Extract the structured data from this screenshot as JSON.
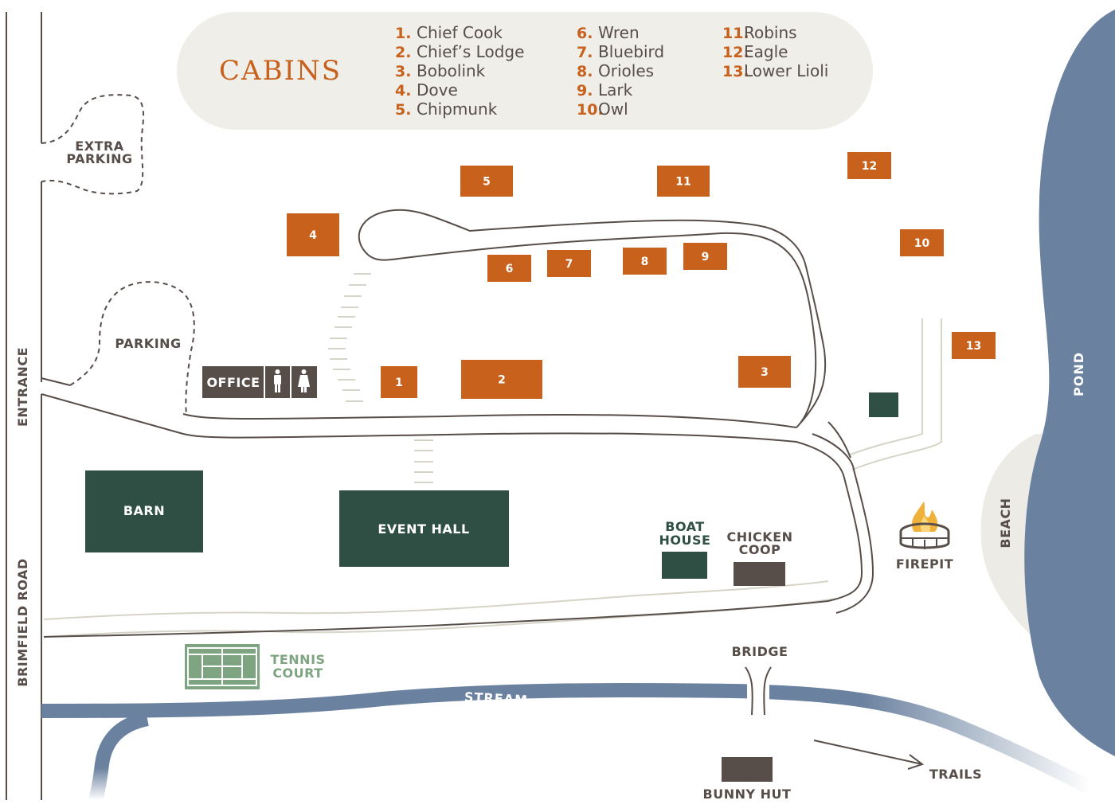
{
  "legend": {
    "title": "CABINS",
    "items": [
      {
        "num": "1.",
        "name": "Chief Cook"
      },
      {
        "num": "2.",
        "name": "Chief’s Lodge"
      },
      {
        "num": "3.",
        "name": "Bobolink"
      },
      {
        "num": "4.",
        "name": "Dove"
      },
      {
        "num": "5.",
        "name": "Chipmunk"
      },
      {
        "num": "6.",
        "name": "Wren"
      },
      {
        "num": "7.",
        "name": "Bluebird"
      },
      {
        "num": "8.",
        "name": "Orioles"
      },
      {
        "num": "9.",
        "name": "Lark"
      },
      {
        "num": "10.",
        "name": "Owl"
      },
      {
        "num": "11.",
        "name": "Robins"
      },
      {
        "num": "12.",
        "name": "Eagle"
      },
      {
        "num": "13.",
        "name": "Lower Lioli"
      }
    ]
  },
  "cabins": [
    "1",
    "2",
    "3",
    "4",
    "5",
    "6",
    "7",
    "8",
    "9",
    "10",
    "11",
    "12",
    "13"
  ],
  "labels": {
    "extra_parking_1": "EXTRA",
    "extra_parking_2": "PARKING",
    "parking": "PARKING",
    "office": "OFFICE",
    "entrance": "ENTRANCE",
    "road": "BRIMFIELD ROAD",
    "barn": "BARN",
    "event_hall": "EVENT HALL",
    "boat_house_1": "BOAT",
    "boat_house_2": "HOUSE",
    "chicken_coop_1": "CHICKEN",
    "chicken_coop_2": "COOP",
    "firepit": "FIREPIT",
    "beach": "BEACH",
    "pond": "POND",
    "tennis_1": "TENNIS",
    "tennis_2": "COURT",
    "bridge": "BRIDGE",
    "stream": "STREAM",
    "bunny_hut": "BUNNY HUT",
    "trails": "TRAILS"
  },
  "colors": {
    "cabin": "#c8611c",
    "building_green": "#2f4f45",
    "building_brown": "#574d49",
    "water": "#6a819f",
    "beach": "#edebe5",
    "road": "#574d49",
    "path": "#d6d4c8",
    "legend_bg": "#efeee9"
  }
}
